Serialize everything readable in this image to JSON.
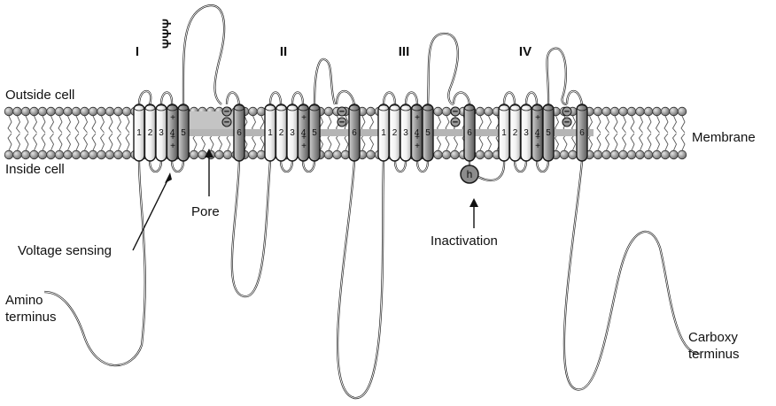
{
  "labels": {
    "outside_cell": "Outside cell",
    "inside_cell": "Inside cell",
    "membrane": "Membrane",
    "pore": "Pore",
    "voltage_sensing": "Voltage sensing",
    "amino_terminus_line1": "Amino",
    "amino_terminus_line2": "terminus",
    "carboxy_terminus_line1": "Carboxy",
    "carboxy_terminus_line2": "terminus",
    "inactivation": "Inactivation",
    "inactivation_gate": "h"
  },
  "domains": [
    {
      "label": "I",
      "segments": [
        "1",
        "2",
        "3",
        "4",
        "5",
        "6"
      ]
    },
    {
      "label": "II",
      "segments": [
        "1",
        "2",
        "3",
        "4",
        "5",
        "6"
      ]
    },
    {
      "label": "III",
      "segments": [
        "1",
        "2",
        "3",
        "4",
        "5",
        "6"
      ]
    },
    {
      "label": "IV",
      "segments": [
        "1",
        "2",
        "3",
        "4",
        "5",
        "6"
      ]
    }
  ],
  "glycosylation_symbol": "ΨΨΨ",
  "voltage_sensor_charge": "+",
  "pore_charge": "−",
  "colors": {
    "membrane_band": "#c8c8c8",
    "lipid_head": "#8a8a8a",
    "helix_light": "#ffffff",
    "helix_dark": "#7d7d7d",
    "outline": "#1a1a1a"
  }
}
